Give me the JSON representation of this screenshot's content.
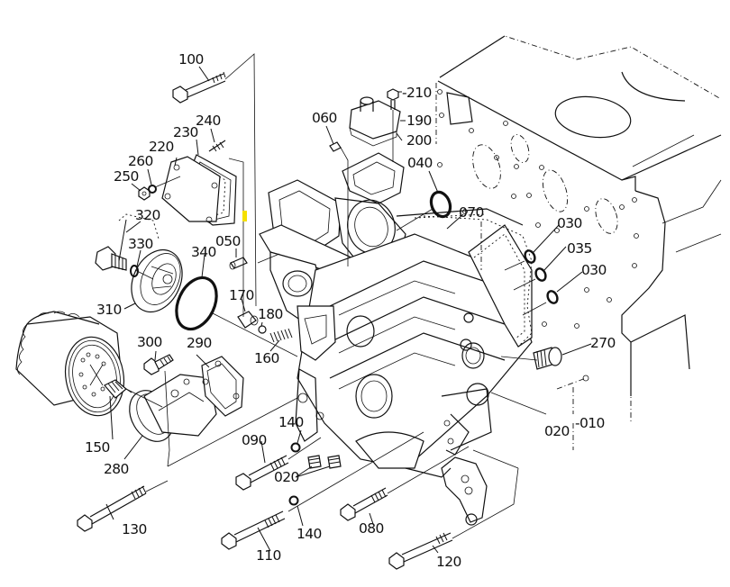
{
  "diagram": {
    "title": "Gear case / front cover exploded view",
    "marker_color": "#f5e000",
    "line_color": "#111111",
    "background": "#ffffff",
    "parts": [
      {
        "id": "p100",
        "label": "100",
        "name": "Bolt"
      },
      {
        "id": "p240",
        "label": "240",
        "name": "Stud"
      },
      {
        "id": "p230",
        "label": "230",
        "name": "Gasket"
      },
      {
        "id": "p220",
        "label": "220",
        "name": "Cover plate"
      },
      {
        "id": "p260",
        "label": "260",
        "name": "Washer"
      },
      {
        "id": "p250",
        "label": "250",
        "name": "Nut"
      },
      {
        "id": "p320",
        "label": "320",
        "name": "Plug assembly"
      },
      {
        "id": "p330",
        "label": "330",
        "name": "O-ring"
      },
      {
        "id": "p310",
        "label": "310",
        "name": "Oil pump cover"
      },
      {
        "id": "p340",
        "label": "340",
        "name": "O-ring"
      },
      {
        "id": "p050",
        "label": "050",
        "name": "Pin"
      },
      {
        "id": "p170",
        "label": "170",
        "name": "Plug"
      },
      {
        "id": "p180",
        "label": "180",
        "name": "Ball"
      },
      {
        "id": "p160",
        "label": "160",
        "name": "Spring"
      },
      {
        "id": "p300",
        "label": "300",
        "name": "Bolt"
      },
      {
        "id": "p290",
        "label": "290",
        "name": "Gasket"
      },
      {
        "id": "p150",
        "label": "150",
        "name": "Nipple"
      },
      {
        "id": "p280",
        "label": "280",
        "name": "Filter bracket"
      },
      {
        "id": "p060",
        "label": "060",
        "name": "Pin"
      },
      {
        "id": "p210",
        "label": "-210",
        "name": "Bolt"
      },
      {
        "id": "p190",
        "label": "190",
        "name": "Cover"
      },
      {
        "id": "p200",
        "label": "200",
        "name": "Gasket"
      },
      {
        "id": "p040",
        "label": "040",
        "name": "O-ring"
      },
      {
        "id": "p070",
        "label": "070",
        "name": "Gasket"
      },
      {
        "id": "p030a",
        "label": "030",
        "name": "O-ring"
      },
      {
        "id": "p035",
        "label": "035",
        "name": "O-ring"
      },
      {
        "id": "p030b",
        "label": "030",
        "name": "O-ring"
      },
      {
        "id": "p270",
        "label": "270",
        "name": "Plug"
      },
      {
        "id": "p020a",
        "label": "020",
        "name": "Plug"
      },
      {
        "id": "p010",
        "label": "-010",
        "name": "Gear case assembly"
      },
      {
        "id": "p140a",
        "label": "140",
        "name": "Washer"
      },
      {
        "id": "p090",
        "label": "090",
        "name": "Bolt"
      },
      {
        "id": "p020b",
        "label": "020",
        "name": "Plug"
      },
      {
        "id": "p130",
        "label": "130",
        "name": "Bolt"
      },
      {
        "id": "p140b",
        "label": "140",
        "name": "Washer"
      },
      {
        "id": "p110",
        "label": "110",
        "name": "Bolt"
      },
      {
        "id": "p080",
        "label": "080",
        "name": "Bolt"
      },
      {
        "id": "p120",
        "label": "120",
        "name": "Bolt"
      }
    ]
  }
}
